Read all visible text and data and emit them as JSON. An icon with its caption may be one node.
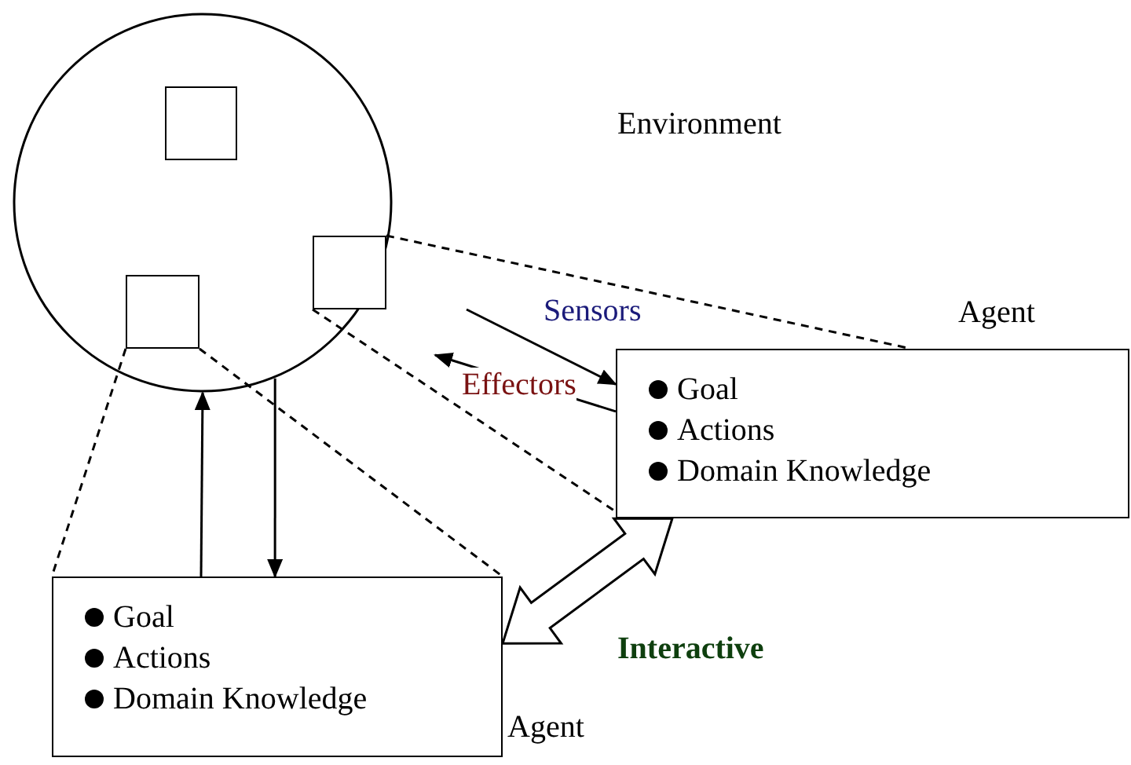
{
  "diagram": {
    "nodes": [
      {
        "text": [],
        "shape": "circle"
      },
      {
        "text": [],
        "shape": "box",
        "in": 0
      },
      {
        "text": [],
        "shape": "box",
        "in": 0
      },
      {
        "text": [],
        "shape": "box",
        "in": 0
      },
      {
        "text": [
          "Goal",
          "Actions",
          "Domain Knowledge"
        ],
        "beside": [
          "Agent"
        ]
      },
      {
        "text": [
          "Goal",
          "Actions",
          "Domain Knowledge"
        ],
        "beside": [
          "Agent"
        ]
      }
    ],
    "edges": [
      {
        "from": 2,
        "to": 4,
        "arrow": "none",
        "style": "dashed"
      },
      {
        "from": 2,
        "to": 4,
        "arrow": "none",
        "style": "dashed"
      },
      {
        "from": 3,
        "to": 5,
        "arrow": "none",
        "style": "dashed"
      },
      {
        "from": 3,
        "to": 5,
        "arrow": "none",
        "style": "dashed"
      },
      {
        "from": null,
        "to": 4,
        "arrow": "to",
        "label": "Sensors"
      },
      {
        "from": 4,
        "to": null,
        "arrow": "to",
        "label": "Effectors"
      },
      {
        "from": 5,
        "to": 0,
        "arrow": "to"
      },
      {
        "from": 0,
        "to": 5,
        "arrow": "to"
      },
      {
        "from": 5,
        "to": 4,
        "arrow": "both",
        "style": "thick",
        "label": "Interactive"
      }
    ],
    "labels": [
      "Environment"
    ]
  }
}
